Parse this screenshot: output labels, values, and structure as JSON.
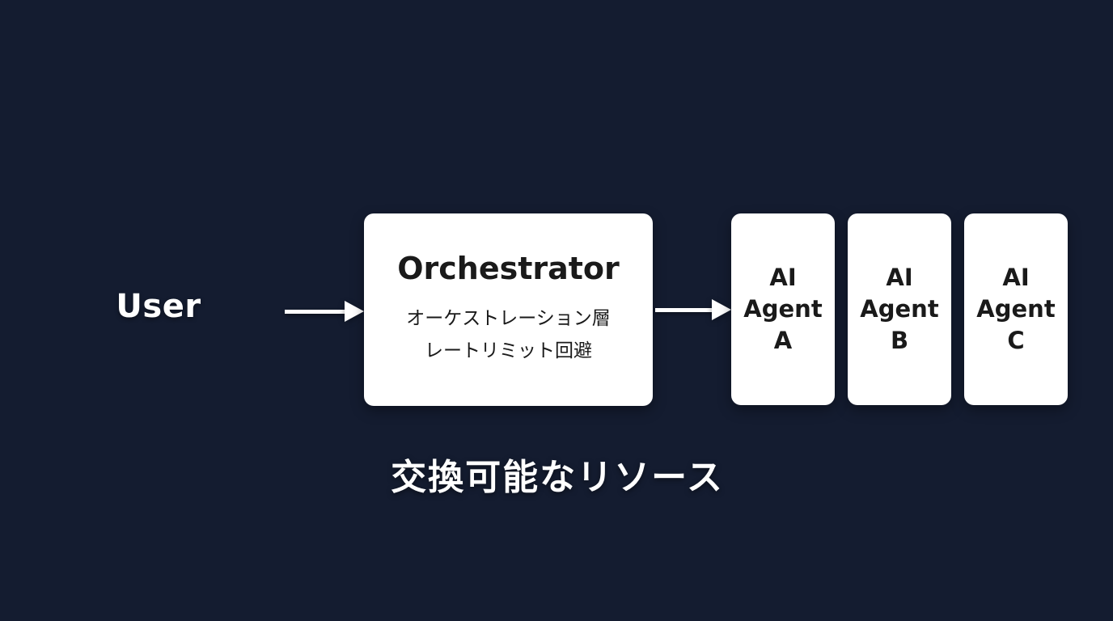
{
  "diagram": {
    "background_color": "#141c30",
    "node_fill_color": "#ffffff",
    "node_text_color": "#1a1a1a",
    "light_text_color": "#ffffff",
    "user": {
      "label": "User"
    },
    "orchestrator": {
      "title": "Orchestrator",
      "subtitle_line1": "オーケストレーション層",
      "subtitle_line2": "レートリミット回避"
    },
    "agents": [
      {
        "line1": "AI",
        "line2": "Agent",
        "line3": "A"
      },
      {
        "line1": "AI",
        "line2": "Agent",
        "line3": "B"
      },
      {
        "line1": "AI",
        "line2": "Agent",
        "line3": "C"
      }
    ],
    "caption": "交換可能なリソース"
  }
}
